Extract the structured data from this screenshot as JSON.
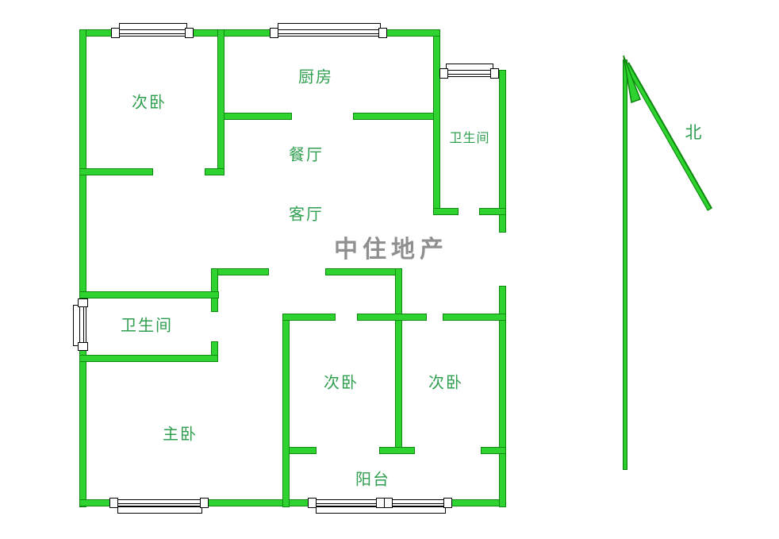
{
  "colors": {
    "wall_green": "#2fd32f",
    "wall_edge": "#0e8a0e",
    "label_green": "#2f9e4f",
    "watermark_gray": "#8f8f8f"
  },
  "watermark": "中住地产",
  "north_label": "北",
  "rooms": {
    "bedroom_top_left": "次卧",
    "kitchen": "厨房",
    "dining": "餐厅",
    "living": "客厅",
    "bathroom_top_right": "卫生间",
    "bathroom_left": "卫生间",
    "master_bedroom": "主卧",
    "bedroom_bottom_middle": "次卧",
    "bedroom_bottom_right": "次卧",
    "balcony": "阳台"
  }
}
